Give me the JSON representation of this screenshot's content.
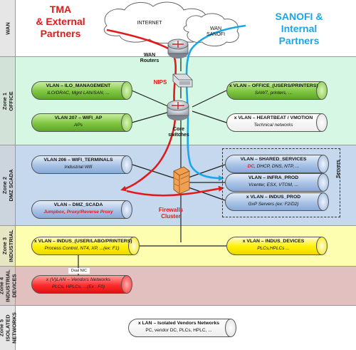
{
  "zones": [
    {
      "id": "wan",
      "label": "WAN",
      "color": "#ffffff"
    },
    {
      "id": "zone1",
      "label": "Zone 1\nOFFICE",
      "color": "#d6f7e3"
    },
    {
      "id": "zone2",
      "label": "Zone 2\nDMZ SCADA",
      "color": "#c6d8ee"
    },
    {
      "id": "zone3",
      "label": "Zone 3\nINDUSTRIAL",
      "color": "#fefeb0"
    },
    {
      "id": "zone4",
      "label": "Zone 4\nINDUSTRIAL\nDEVICES",
      "color": "#e3c0c0"
    },
    {
      "id": "zone5",
      "label": "Zone 5\nISOLATED\nNETWORKS",
      "color": "#ffffff"
    }
  ],
  "partners": {
    "left": "TMA\n& External\nPartners",
    "left_color": "#e01b1b",
    "right": "SANOFI &\nInternal\nPartners",
    "right_color": "#1aa6e8"
  },
  "clouds": {
    "internet": "INTERNET",
    "wan_sanofi": "WAN\nSANOFI"
  },
  "devices": {
    "wan_routers": "WAN\nRouters",
    "nips": "NIPS",
    "core_switches": "Core\nswitches",
    "firewalls": "Firewalls\nCluster",
    "servers": "Servers",
    "dual_nic": "Dual NIC"
  },
  "vlans": {
    "ilo": {
      "title": "VLAN – ILO_MANAGEMENT",
      "sub": "ILO/DRAC, Mgnt LAN/SAN, ..."
    },
    "wifi_ap": {
      "title": "VLAN 207 – WIFI_AP",
      "sub": "APs"
    },
    "office": {
      "title": "x VLAN – OFFICE_(USERS/PRINTERS)",
      "sub": "SAW7, printers, ..."
    },
    "heartbeat": {
      "title": "x VLAN – HEARTBEAT / VMOTION",
      "sub": "Technical networks"
    },
    "wifi_terminals": {
      "title": "VLAN 206 – WIFI_TERMINALS",
      "sub": "Industrial Wifi"
    },
    "dmz_scada": {
      "title": "VLAN – DMZ_SCADA",
      "sub": "Jumpbox, Proxy/Reverse Proxy"
    },
    "shared_services": {
      "title": "VLAN – SHARED_SERVICES",
      "sub_red": "DC",
      "sub": ", DHCP, DNS, NTP, ..."
    },
    "infra_prod": {
      "title": "VLAN – INFRA_PROD",
      "sub": "Vcenter, ESX, VTOM, ..."
    },
    "indus_prod": {
      "title": "x VLAN – INDUS_PROD",
      "sub": "GxP Servers (ex: F2/D2)"
    },
    "indus_user": {
      "title": "x VLAN – INDUS_(USER/LABO/PRINTERS)",
      "sub": "Process Control, NT4, XP,  ...(ex: F1)"
    },
    "indus_devices": {
      "title": "x VLAN – INDUS_DEVICES",
      "sub": "PLCs,HPLCs ..."
    },
    "vendors": {
      "title": "x (V)LAN – Vendors Networks",
      "sub": "PLCs, HPLCs,  ...(Ex : F0)"
    },
    "isolated": {
      "title": "x LAN – Isolated Vendors Networks",
      "sub": "PC, vendor DC, PLCs, HPLC, ..."
    }
  }
}
